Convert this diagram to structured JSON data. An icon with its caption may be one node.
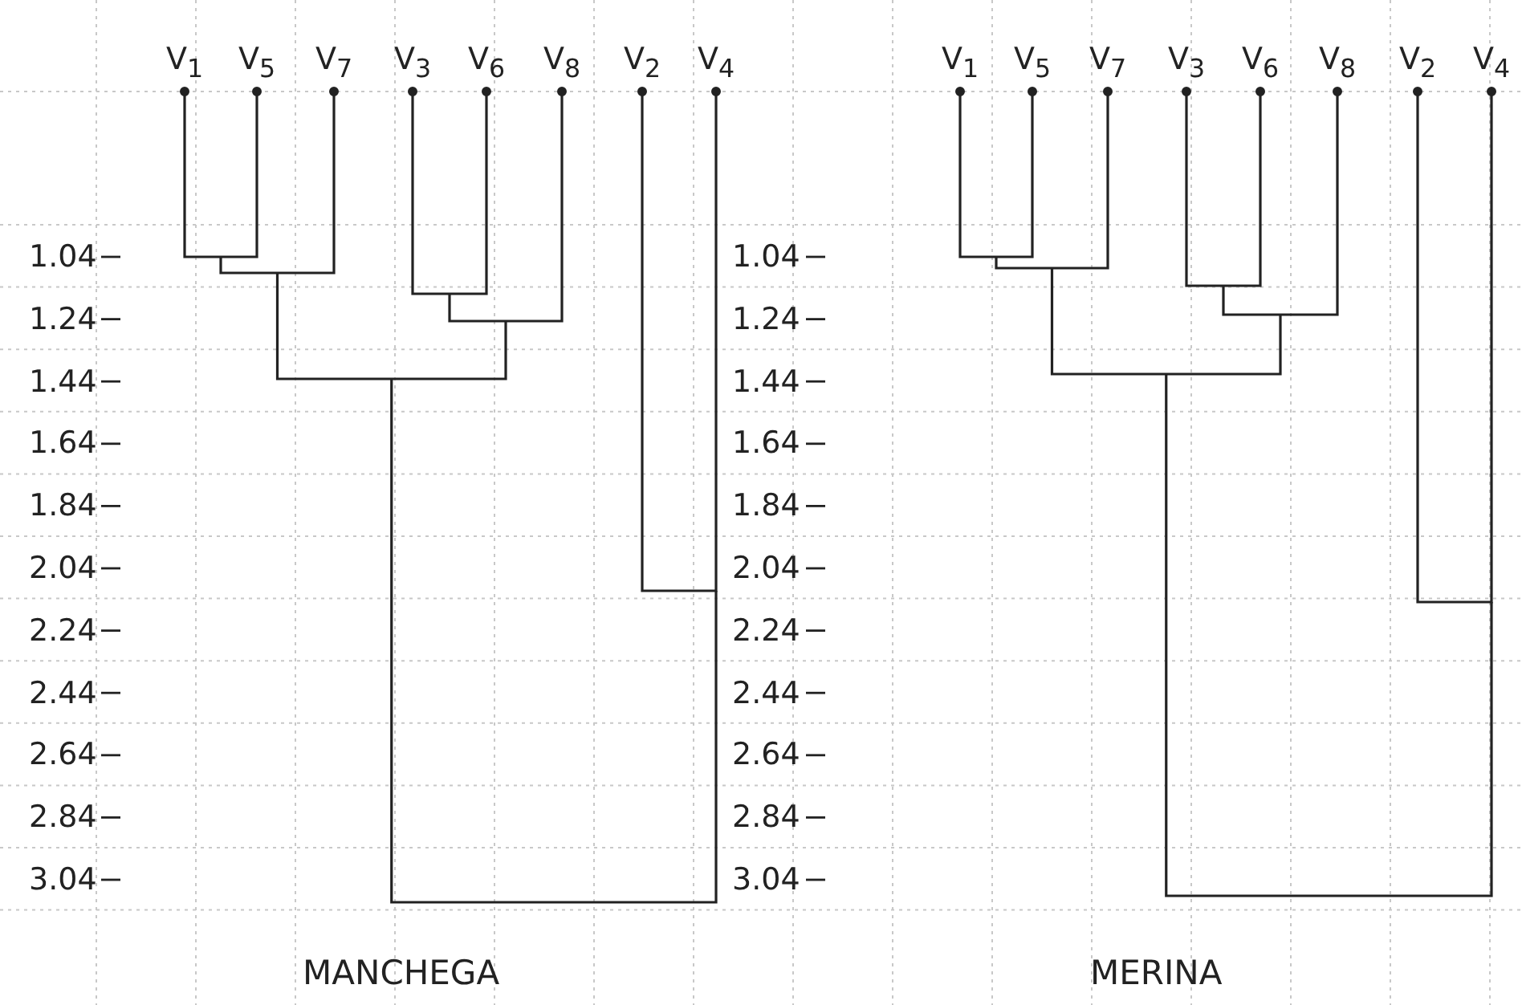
{
  "diagram": {
    "labels": [
      "V$_{1}$",
      "V$_{5}$",
      "V$_{7}$",
      "V$_{3}$",
      "V$_{6}$",
      "V$_{8}$",
      "V$_{2}$",
      "V$_{4}$",
      "V$_{1}$",
      "V$_{5}$",
      "V$_{7}$",
      "V$_{3}$",
      "V$_{6}$",
      "V$_{8}$",
      "V$_{2}$",
      "V$_{4}$",
      "1.04",
      "1.04",
      "1.24",
      "1.24",
      "1.44",
      "1.44",
      "1.64",
      "1.64",
      "1.84",
      "1.84",
      "2.04",
      "2.04",
      "2.24",
      "2.24",
      "2.44",
      "2.44",
      "2.64",
      "2.64",
      "2.84",
      "2.84",
      "3.04",
      "3.04",
      "MANCHEGA",
      "MERINA"
    ]
  }
}
